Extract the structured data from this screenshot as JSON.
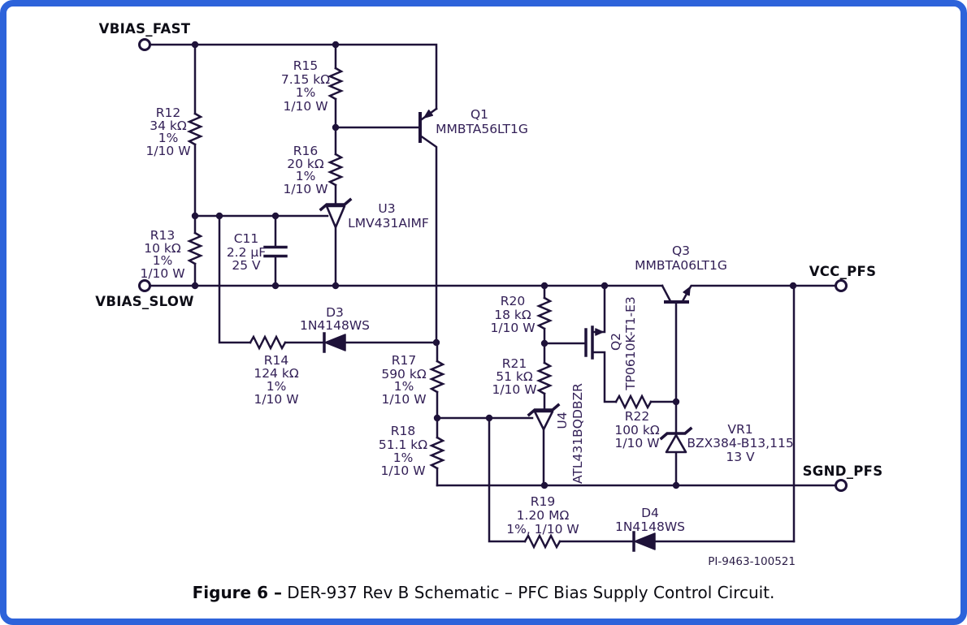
{
  "page": {
    "caption_bold": "Figure 6 –",
    "caption_rest": " DER-937 Rev B Schematic – PFC Bias Supply Control Circuit.",
    "doc_number": "PI-9463-100521",
    "accent_border_color": "#2d63da",
    "line_color": "#1e1239"
  },
  "terminals": {
    "vbias_fast": "VBIAS_FAST",
    "vbias_slow": "VBIAS_SLOW",
    "vcc_pfs": "VCC_PFS",
    "sgnd_pfs": "SGND_PFS"
  },
  "components": {
    "r12": {
      "ref": "R12",
      "l1": "34 kΩ",
      "l2": "1%",
      "l3": "1/10 W"
    },
    "r13": {
      "ref": "R13",
      "l1": "10 kΩ",
      "l2": "1%",
      "l3": "1/10 W"
    },
    "r14": {
      "ref": "R14",
      "l1": "124 kΩ",
      "l2": "1%",
      "l3": "1/10 W"
    },
    "r15": {
      "ref": "R15",
      "l1": "7.15 kΩ",
      "l2": "1%",
      "l3": "1/10 W"
    },
    "r16": {
      "ref": "R16",
      "l1": "20 kΩ",
      "l2": "1%",
      "l3": "1/10 W"
    },
    "r17": {
      "ref": "R17",
      "l1": "590 kΩ",
      "l2": "1%",
      "l3": "1/10 W"
    },
    "r18": {
      "ref": "R18",
      "l1": "51.1 kΩ",
      "l2": "1%",
      "l3": "1/10 W"
    },
    "r19": {
      "ref": "R19",
      "l1": "1.20 MΩ",
      "l2": "1%, 1/10 W"
    },
    "r20": {
      "ref": "R20",
      "l1": "18 kΩ",
      "l2": "1/10 W"
    },
    "r21": {
      "ref": "R21",
      "l1": "51 kΩ",
      "l2": "1/10 W"
    },
    "r22": {
      "ref": "R22",
      "l1": "100 kΩ",
      "l2": "1/10 W"
    },
    "c11": {
      "ref": "C11",
      "l1": "2.2 µF",
      "l2": "25 V"
    },
    "u3": {
      "ref": "U3",
      "part": "LMV431AIMF"
    },
    "u4": {
      "ref": "U4",
      "part": "ATL431BQDBZR"
    },
    "q1": {
      "ref": "Q1",
      "part": "MMBTA56LT1G"
    },
    "q2": {
      "ref": "Q2",
      "part": "TP0610K-T1-E3"
    },
    "q3": {
      "ref": "Q3",
      "part": "MMBTA06LT1G"
    },
    "d3": {
      "ref": "D3",
      "part": "1N4148WS"
    },
    "d4": {
      "ref": "D4",
      "part": "1N4148WS"
    },
    "vr1": {
      "ref": "VR1",
      "part": "BZX384-B13,115",
      "l1": "13 V"
    }
  }
}
